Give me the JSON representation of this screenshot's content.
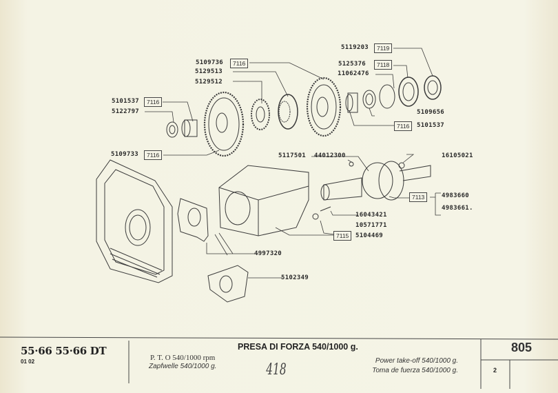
{
  "diagram": {
    "title": "PRESA DI FORZA 540/1000 g.",
    "part_labels": [
      {
        "part": "5109736",
        "ref": "7116"
      },
      {
        "part": "5129513"
      },
      {
        "part": "5129512"
      },
      {
        "part": "5101537",
        "ref": "7116"
      },
      {
        "part": "5122797"
      },
      {
        "part": "5109733",
        "ref": "7116"
      },
      {
        "part": "5119203",
        "ref": "7119"
      },
      {
        "part": "5125376",
        "ref": "7118"
      },
      {
        "part": "11062476"
      },
      {
        "part": "5109656"
      },
      {
        "part": "5101537",
        "ref": "7116"
      },
      {
        "part": "5117501"
      },
      {
        "part": "44012300"
      },
      {
        "part": "16105021"
      },
      {
        "part": "4983660",
        "ref": "7113"
      },
      {
        "part": "4983661."
      },
      {
        "part": "16043421"
      },
      {
        "part": "10571771"
      },
      {
        "part": "5104469",
        "ref": "7115"
      },
      {
        "part": "4997320"
      },
      {
        "part": "5102349"
      }
    ]
  },
  "footer": {
    "models": "55·66  55·66 DT",
    "variants": "01  02",
    "title": "PRESA DI FORZA 540/1000 g.",
    "pto_line": "P. T. O  540/1000 rpm",
    "german": "Zapfwelle 540/1000 g.",
    "handwritten": "418",
    "english": "Power take-off 540/1000 g.",
    "spanish": "Toma de fuerza 540/1000 g.",
    "page": "805",
    "sheet": "2"
  }
}
